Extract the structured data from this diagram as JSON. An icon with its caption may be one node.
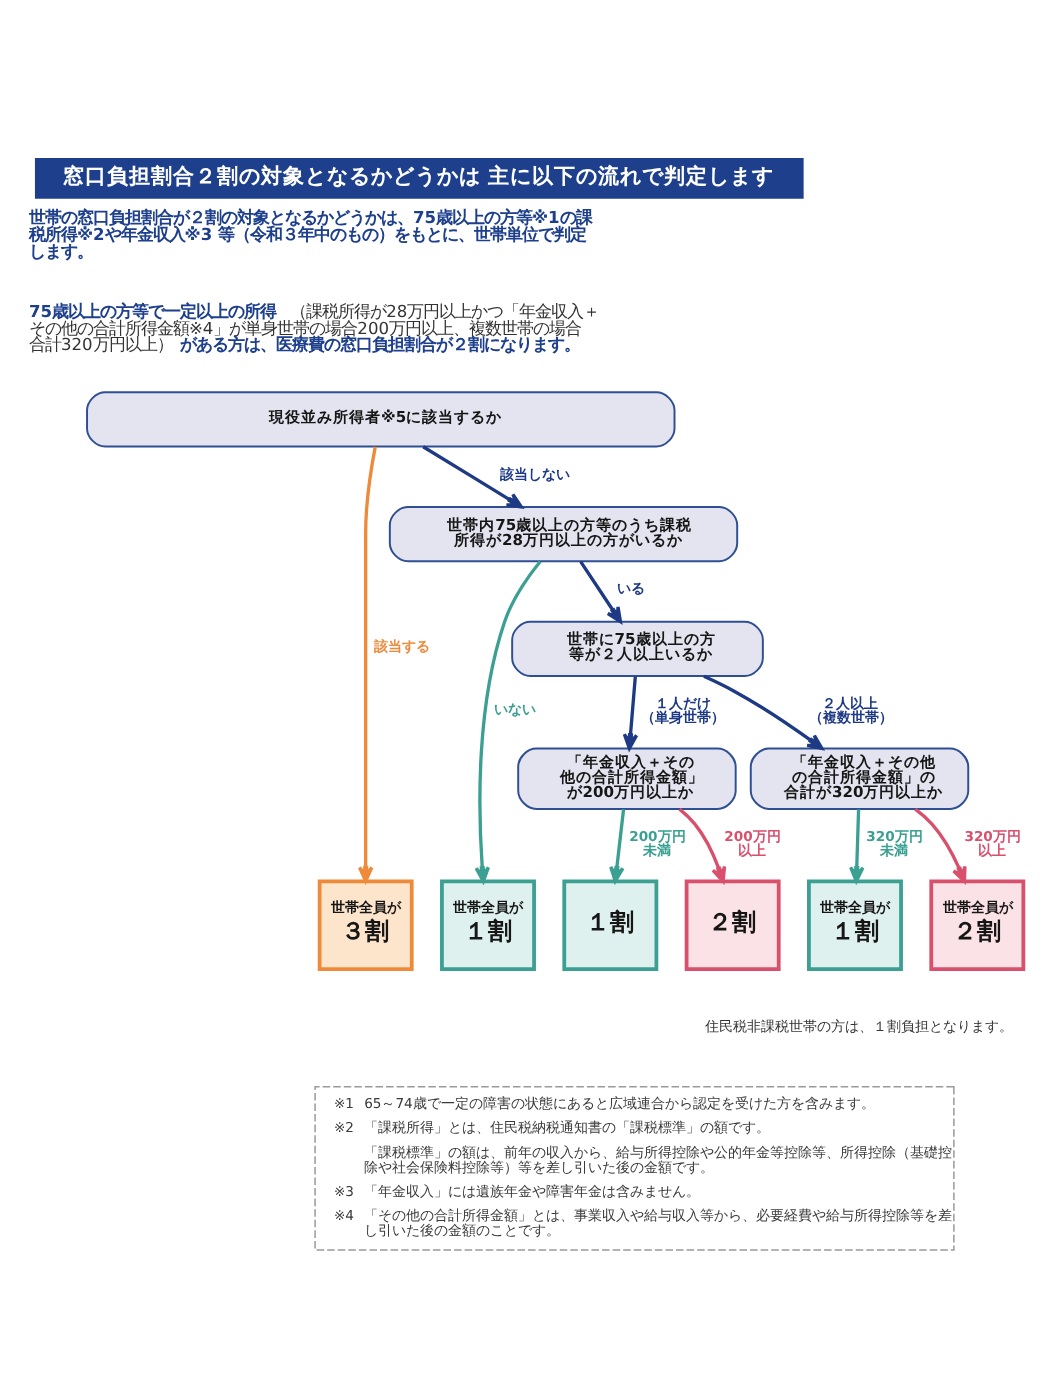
{
  "diagram": {
    "title": "窓口負担割合２割の対象となるかどうかは 主に以下の流れで判定します",
    "nodes": [
      {
        "text": [
          "現役並み所得者※5に該当するか"
        ]
      },
      {
        "text": [
          "世帯内75歳以上の方等のうち課税所得が28万円以上の方がいるか"
        ]
      },
      {
        "text": [
          "世帯に75歳以上の方等が２人以上いるか"
        ]
      },
      {
        "text": [
          "「年金収入＋その他の合計所得金額」が200万円以上か"
        ]
      },
      {
        "text": [
          "「年金収入＋その他の合計所得金額」の合計が320万円以上か"
        ]
      },
      {
        "text": [
          "世帯全員が",
          "３割"
        ]
      },
      {
        "text": [
          "世帯全員が",
          "１割"
        ]
      },
      {
        "text": [
          "１割"
        ]
      },
      {
        "text": [
          "２割"
        ]
      },
      {
        "text": [
          "世帯全員が",
          "１割"
        ]
      },
      {
        "text": [
          "世帯全員が",
          "２割"
        ]
      },
      {
        "text": [
          "※1",
          "65～74歳で一定の障害の状態にあると広域連合から認定を受けた方を含みます。",
          "※2",
          "「課税所得」とは、住民税納税通知書の「課税標準」の額です。",
          "「課税標準」の額は、前年の収入から、給与所得控除や公的年金等控除等、所得控除（基礎控除や社会保険料控除等）等を差し引いた後の金額です。",
          "※3",
          "「年金収入」には遺族年金や障害年金は含みません。",
          "※4",
          "「その他の合計所得金額」とは、事業収入や給与収入等から、必要経費や給与所得控除等を差し引いた後の金額のことです。"
        ]
      }
    ],
    "edges": [
      {
        "from": 0,
        "to": 5,
        "arrow": "to",
        "label": "該当する",
        "color": "#ef8a3a"
      },
      {
        "from": 0,
        "to": 1,
        "arrow": "to",
        "label": "該当しない"
      },
      {
        "from": 1,
        "to": 6,
        "arrow": "to",
        "label": "いない",
        "color": "#3b9f92"
      },
      {
        "from": 1,
        "to": 2,
        "arrow": "to",
        "label": "いる"
      },
      {
        "from": 2,
        "to": 3,
        "arrow": "to",
        "label": "１人だけ（単身世帯）"
      },
      {
        "from": 2,
        "to": 4,
        "arrow": "to",
        "label": "２人以上（複数世帯）"
      },
      {
        "from": 3,
        "to": 7,
        "arrow": "to",
        "label": "200万円未満",
        "color": "#3b9f92"
      },
      {
        "from": 3,
        "to": 8,
        "arrow": "to",
        "label": "200万円以上",
        "color": "#d8506c"
      },
      {
        "from": 4,
        "to": 9,
        "arrow": "to",
        "label": "320万円未満",
        "color": "#3b9f92"
      },
      {
        "from": 4,
        "to": 10,
        "arrow": "to",
        "label": "320万円以上",
        "color": "#d8506c"
      }
    ],
    "labels": [
      "世帯の窓口負担割合が２割の対象となるかどうかは、75歳以上の方等※1の課税所得※2や年金収入※3 等（令和３年中のもの）をもとに、世帯単位で判定します。",
      "**75歳以上の方等で一定以上の所得**（課税所得が28万円以上かつ「年金収入＋その他の合計所得金額※4」が単身世帯の場合200万円以上、複数世帯の場合合計320万円以上）**がある方は、医療費の窓口負担割合が２割になります。**",
      "住民税非課税世帯の方は、１割負担となります。"
    ]
  }
}
